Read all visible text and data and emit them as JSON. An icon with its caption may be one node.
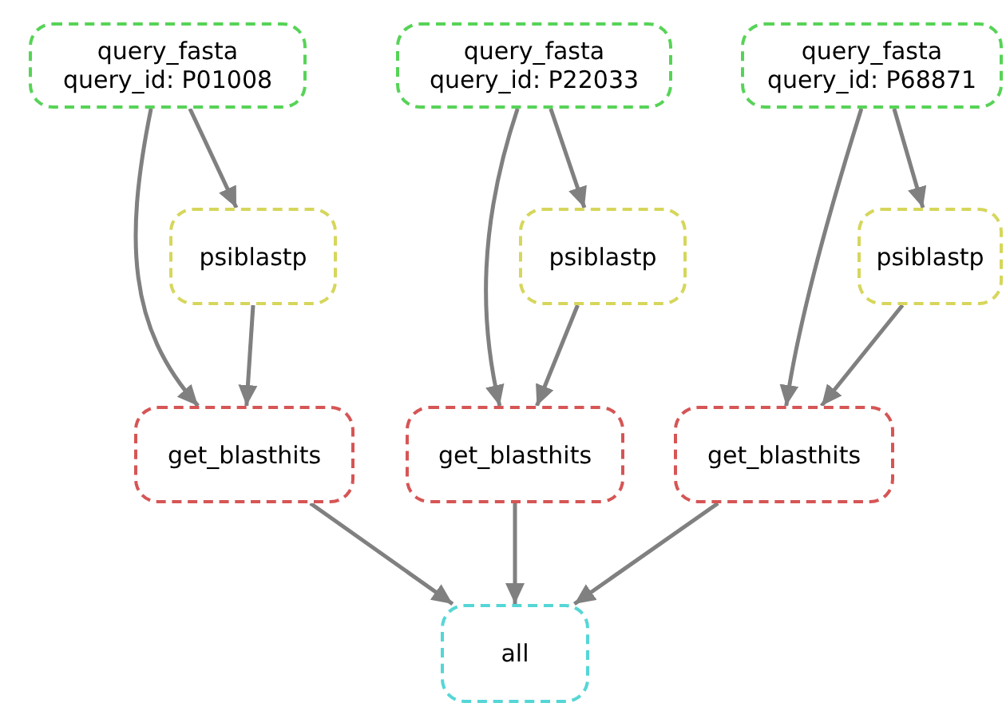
{
  "diagram": {
    "nodes": [
      {
        "text": [
          "query_fasta query_id: P01008"
        ]
      },
      {
        "text": [
          "query_fasta query_id: P22033"
        ]
      },
      {
        "text": [
          "query_fasta query_id: P68871"
        ]
      },
      {
        "text": [
          "psiblastp"
        ]
      },
      {
        "text": [
          "psiblastp"
        ]
      },
      {
        "text": [
          "psiblastp"
        ]
      },
      {
        "text": [
          "get_blasthits"
        ]
      },
      {
        "text": [
          "get_blasthits"
        ]
      },
      {
        "text": [
          "get_blasthits"
        ]
      },
      {
        "text": [
          "all"
        ]
      }
    ],
    "edges": [
      {
        "from": 0,
        "to": 3,
        "arrow": "to"
      },
      {
        "from": 0,
        "to": 6,
        "arrow": "to"
      },
      {
        "from": 3,
        "to": 6,
        "arrow": "to"
      },
      {
        "from": 1,
        "to": 4,
        "arrow": "to"
      },
      {
        "from": 1,
        "to": 7,
        "arrow": "to"
      },
      {
        "from": 4,
        "to": 7,
        "arrow": "to"
      },
      {
        "from": 2,
        "to": 5,
        "arrow": "to"
      },
      {
        "from": 2,
        "to": 8,
        "arrow": "to"
      },
      {
        "from": 5,
        "to": 8,
        "arrow": "to"
      },
      {
        "from": 6,
        "to": 9,
        "arrow": "to"
      },
      {
        "from": 7,
        "to": 9,
        "arrow": "to"
      },
      {
        "from": 8,
        "to": 9,
        "arrow": "to"
      }
    ]
  }
}
